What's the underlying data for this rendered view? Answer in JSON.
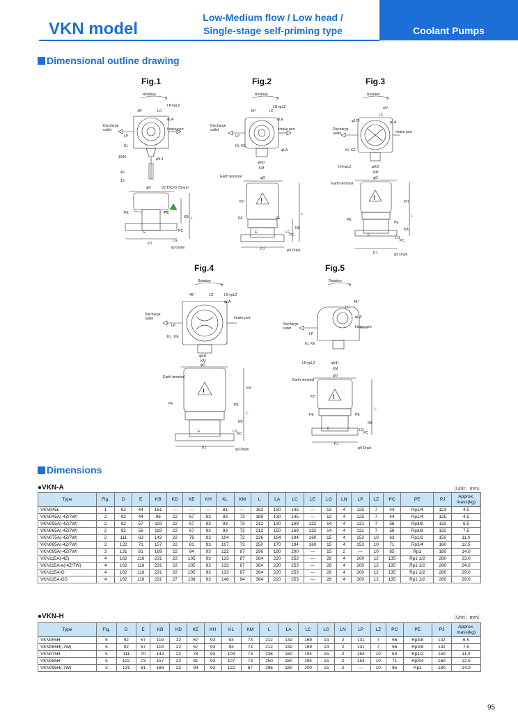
{
  "header": {
    "model": "VKN model",
    "subtitle_1": "Low-Medium flow / Low head /",
    "subtitle_2": "Single-stage self-priming type",
    "category": "Coolant Pumps",
    "accent_color": "#1c6fd6"
  },
  "drawing_section": {
    "title": "Dimensional outline drawing",
    "figures": [
      "Fig.1",
      "Fig.2",
      "Fig.3",
      "Fig.4",
      "Fig.5"
    ],
    "labels": {
      "rotation": "Rotation",
      "discharge": "Discharge",
      "outlet": "outlet",
      "intake": "Intake port",
      "earth": "Earth terminal",
      "drain": "φ9 Drain",
      "cable": "VCT3C×0.75mm²",
      "lnlz": "LN×φLZ",
      "phid": "φD",
      "phikd": "φKD",
      "km": "KM",
      "pe": "PE",
      "pj": "PJ",
      "e": "E",
      "l": "L",
      "lc": "LC",
      "la": "φLA",
      "le": "φLE",
      "lp": "LP",
      "kl": "KL",
      "ke": "KE",
      "kh": "KH",
      "kb": "KB",
      "lg": "LG",
      "pc": "PC",
      "deg45": "45°",
      "phi94": "φ9.4",
      "phi175": "φ175",
      "dim1000": "1000",
      "dim40": "40",
      "dim10": "10"
    }
  },
  "dimensions_section": {
    "title": "Dimensions",
    "vkn_a": {
      "label": "●VKN-A",
      "unit": "（Unit：mm）",
      "headers": [
        "Type",
        "Fig.",
        "D",
        "E",
        "KB",
        "KD",
        "KE",
        "KH",
        "KL",
        "KM",
        "L",
        "LA",
        "LC",
        "LE",
        "LG",
        "LN",
        "LP",
        "LZ",
        "PC",
        "PE",
        "PJ",
        "Approx. mass(kg)"
      ],
      "rows": [
        [
          "VKN045L",
          "1",
          "92",
          "44",
          "151",
          "—",
          "—",
          "—",
          "81",
          "—",
          "183",
          "130",
          "145",
          "—",
          "13",
          "4",
          "125",
          "7",
          "44",
          "Rp1/4",
          "123",
          "4.5"
        ],
        [
          "VKN045A(-4Z/7W)",
          "2",
          "92",
          "44",
          "96",
          "22",
          "67",
          "93",
          "93",
          "73",
          "189",
          "130",
          "145",
          "—",
          "13",
          "4",
          "125",
          "7",
          "44",
          "Rp1/4",
          "125",
          "4.5"
        ],
        [
          "VKN055A(-4Z/7W)",
          "2",
          "92",
          "57",
          "119",
          "22",
          "67",
          "93",
          "93",
          "73",
          "212",
          "130",
          "169",
          "132",
          "14",
          "4",
          "131",
          "7",
          "56",
          "Rp3/8",
          "132",
          "6.5"
        ],
        [
          "VKN065A(-4Z/7W)",
          "2",
          "92",
          "56",
          "119",
          "22",
          "67",
          "93",
          "93",
          "73",
          "212",
          "150",
          "169",
          "132",
          "14",
          "4",
          "131",
          "7",
          "56",
          "Rp3/8",
          "132",
          "7.5"
        ],
        [
          "VKN075A(-4Z/7W)",
          "2",
          "111",
          "63",
          "143",
          "22",
          "78",
          "93",
          "104",
          "73",
          "236",
          "164",
          "194",
          "160",
          "15",
          "4",
          "153",
          "10",
          "63",
          "Rp1/2",
          "150",
          "11.0"
        ],
        [
          "VKN085A(-4Z/7W)",
          "2",
          "122",
          "71",
          "157",
          "22",
          "81",
          "93",
          "107",
          "73",
          "250",
          "170",
          "194",
          "160",
          "15",
          "4",
          "153",
          "10",
          "71",
          "Rp3/4",
          "160",
          "12.5"
        ],
        [
          "VKN095A(-4Z/7W)",
          "3",
          "131",
          "81",
          "169",
          "22",
          "94",
          "93",
          "122",
          "87",
          "296",
          "180",
          "200",
          "—",
          "15",
          "2",
          "—",
          "10",
          "85",
          "Rp1",
          "180",
          "14.0"
        ],
        [
          "VKN115A(-4Z)",
          "4",
          "162",
          "116",
          "231",
          "22",
          "105",
          "93",
          "133",
          "87",
          "364",
          "220",
          "253",
          "—",
          "28",
          "4",
          "200",
          "12",
          "135",
          "Rp1 1/2",
          "280",
          "23.0"
        ],
        [
          "VKN115A-e(-4Z/7W)",
          "4",
          "162",
          "116",
          "231",
          "22",
          "105",
          "93",
          "133",
          "87",
          "364",
          "220",
          "253",
          "—",
          "28",
          "4",
          "200",
          "12",
          "135",
          "Rp1 1/2",
          "280",
          "24.0"
        ],
        [
          "VKN115A-G",
          "4",
          "162",
          "116",
          "231",
          "22",
          "105",
          "93",
          "133",
          "87",
          "364",
          "220",
          "253",
          "—",
          "28",
          "4",
          "200",
          "12",
          "135",
          "Rp1 1/2",
          "280",
          "29.0"
        ],
        [
          "VKN115A-GS",
          "4",
          "162",
          "116",
          "231",
          "27",
          "108",
          "93",
          "146",
          "94",
          "364",
          "220",
          "253",
          "—",
          "28",
          "4",
          "200",
          "12",
          "135",
          "Rp1 1/2",
          "280",
          "29.0"
        ]
      ]
    },
    "vkn_h": {
      "label": "●VKN-H",
      "unit": "（Unit：mm）",
      "headers": [
        "Type",
        "Fig.",
        "D",
        "E",
        "KB",
        "KD",
        "KE",
        "KH",
        "KL",
        "KM",
        "L",
        "LA",
        "LC",
        "LG",
        "LN",
        "LP",
        "LZ",
        "PC",
        "PE",
        "PJ",
        "Approx. mass(kg)"
      ],
      "rows": [
        [
          "VKN055H",
          "5",
          "92",
          "57",
          "119",
          "22",
          "67",
          "93",
          "93",
          "73",
          "212",
          "132",
          "169",
          "14",
          "2",
          "131",
          "7",
          "56",
          "Rp3/8",
          "132",
          "6.5"
        ],
        [
          "VKN065H(-7W)",
          "5",
          "92",
          "57",
          "119",
          "22",
          "67",
          "93",
          "93",
          "73",
          "212",
          "132",
          "169",
          "14",
          "2",
          "131",
          "7",
          "56",
          "Rp3/8",
          "132",
          "7.5"
        ],
        [
          "VKN075H",
          "5",
          "111",
          "70",
          "143",
          "22",
          "78",
          "93",
          "104",
          "73",
          "236",
          "160",
          "194",
          "15",
          "2",
          "153",
          "10",
          "63",
          "Rp1/2",
          "150",
          "11.0"
        ],
        [
          "VKN085H",
          "5",
          "122",
          "73",
          "157",
          "22",
          "81",
          "93",
          "107",
          "73",
          "250",
          "160",
          "194",
          "15",
          "2",
          "153",
          "10",
          "71",
          "Rp3/4",
          "160",
          "12.5"
        ],
        [
          "VKN095H(-7W)",
          "3",
          "131",
          "81",
          "169",
          "22",
          "94",
          "93",
          "122",
          "87",
          "296",
          "180",
          "200",
          "15",
          "2",
          "—",
          "10",
          "85",
          "Rp1",
          "180",
          "14.0"
        ]
      ]
    }
  },
  "page_number": "95"
}
